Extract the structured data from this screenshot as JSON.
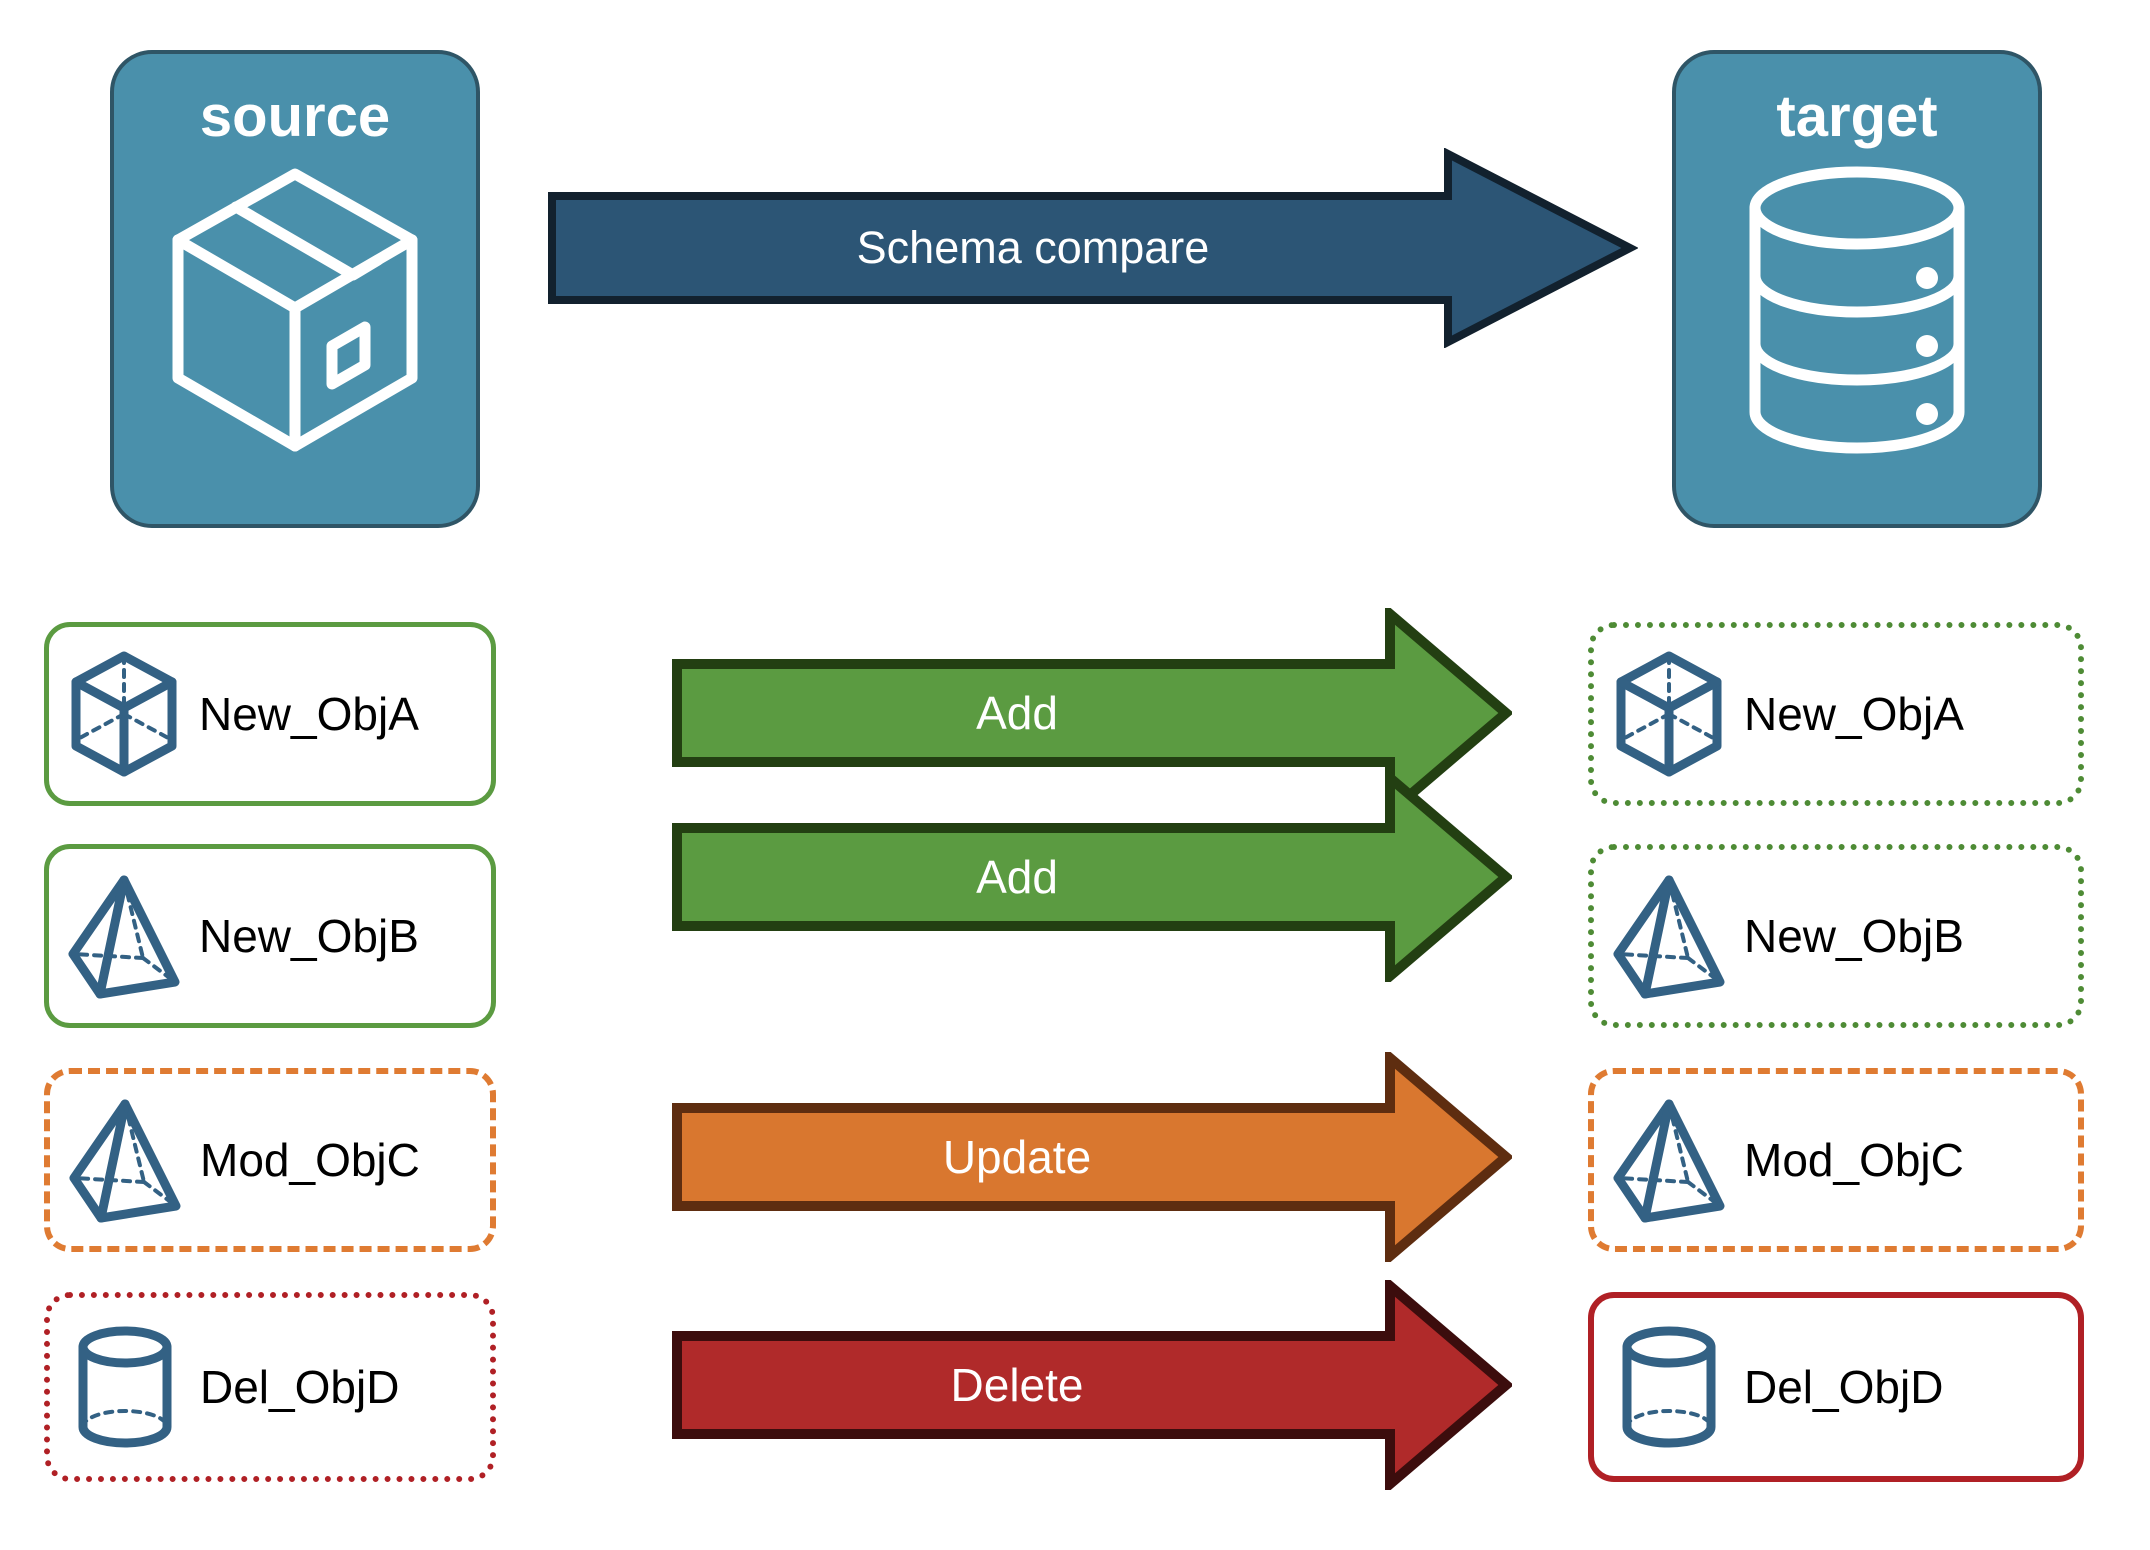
{
  "diagram": {
    "title_hidden": "",
    "colors": {
      "endpoint_fill": "#4a90ab",
      "endpoint_border": "#2f5566",
      "compare_arrow_fill": "#2c5575",
      "compare_arrow_border": "#12212e",
      "add_fill": "#5b9b41",
      "add_border": "#233f12",
      "update_fill": "#d9772f",
      "update_border": "#5e2d10",
      "delete_fill": "#b02a2a",
      "delete_border": "#3c0d0d",
      "icon_blue": "#336184",
      "text_black": "#000000",
      "text_white": "#ffffff",
      "green_solid": "#5b9b41",
      "green_dotted": "#4e8b35",
      "orange_dashed": "#df7b32",
      "red_dotted": "#b02025",
      "red_solid": "#b02025"
    }
  },
  "endpoints": {
    "source": {
      "label": "source",
      "icon": "package-box-icon"
    },
    "target": {
      "label": "target",
      "icon": "database-cylinder-icon"
    }
  },
  "compare_arrow": {
    "label": "Schema compare",
    "icon": "arrow-right-icon"
  },
  "rows": [
    {
      "action": "Add",
      "arrow_icon": "arrow-right-icon",
      "source": {
        "label": "New_ObjA",
        "icon": "wireframe-cube-icon",
        "border_style": "solid-green"
      },
      "target": {
        "label": "New_ObjA",
        "icon": "wireframe-cube-icon",
        "border_style": "dotted-green"
      }
    },
    {
      "action": "Add",
      "arrow_icon": "arrow-right-icon",
      "source": {
        "label": "New_ObjB",
        "icon": "wireframe-pyramid-icon",
        "border_style": "solid-green"
      },
      "target": {
        "label": "New_ObjB",
        "icon": "wireframe-pyramid-icon",
        "border_style": "dotted-green"
      }
    },
    {
      "action": "Update",
      "arrow_icon": "arrow-right-icon",
      "source": {
        "label": "Mod_ObjC",
        "icon": "wireframe-pyramid-icon",
        "border_style": "dashed-orange"
      },
      "target": {
        "label": "Mod_ObjC",
        "icon": "wireframe-pyramid-icon",
        "border_style": "dashed-orange"
      }
    },
    {
      "action": "Delete",
      "arrow_icon": "arrow-right-icon",
      "source": {
        "label": "Del_ObjD",
        "icon": "wireframe-cylinder-icon",
        "border_style": "dotted-red"
      },
      "target": {
        "label": "Del_ObjD",
        "icon": "wireframe-cylinder-icon",
        "border_style": "solid-red"
      }
    }
  ]
}
